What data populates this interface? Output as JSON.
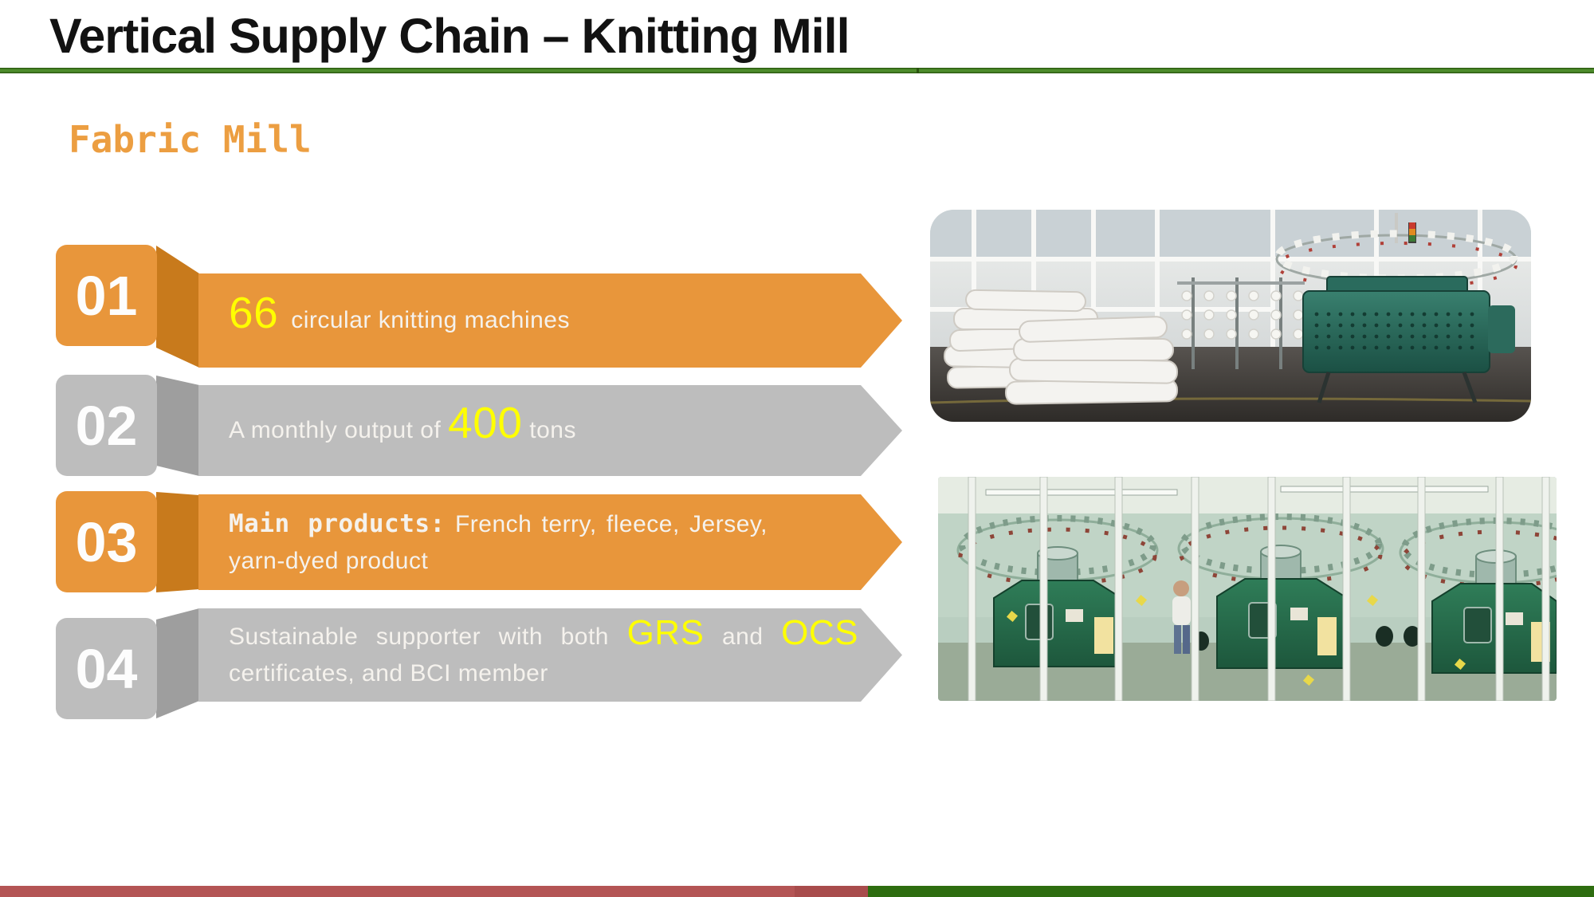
{
  "slide": {
    "title": "Vertical Supply Chain – Knitting Mill",
    "section_title": "Fabric Mill"
  },
  "banners": [
    {
      "number": "01",
      "theme": "orange",
      "segments": [
        {
          "text": "66",
          "style": "highlight-xl"
        },
        {
          "text": "circular knitting machines",
          "style": "normal"
        }
      ]
    },
    {
      "number": "02",
      "theme": "gray",
      "segments": [
        {
          "text": "A monthly output of ",
          "style": "normal"
        },
        {
          "text": "400",
          "style": "highlight-xl"
        },
        {
          "text": " tons",
          "style": "normal"
        }
      ]
    },
    {
      "number": "03",
      "theme": "orange",
      "segments": [
        {
          "text": "Main products:",
          "style": "mono-bold"
        },
        {
          "text": " French terry, fleece, Jersey, yarn-dyed product",
          "style": "normal"
        }
      ]
    },
    {
      "number": "04",
      "theme": "gray",
      "segments": [
        {
          "text": "Sustainable supporter with both ",
          "style": "normal"
        },
        {
          "text": "GRS",
          "style": "highlight-lg"
        },
        {
          "text": " and ",
          "style": "normal"
        },
        {
          "text": "OCS",
          "style": "highlight-lg"
        },
        {
          "text": " certificates, and BCI member",
          "style": "normal"
        }
      ]
    }
  ],
  "images": [
    {
      "name": "knitting-mill-photo-1",
      "description": "Factory interior with stacked white fabric bales, yarn creel racks and a green circular knitting machine"
    },
    {
      "name": "knitting-mill-photo-2",
      "description": "Row of green circular knitting machines with overhead yarn creels, white poles and a worker"
    }
  ],
  "colors": {
    "accent_orange": "#E8963B",
    "accent_orange_dark": "#C87A1C",
    "accent_gray": "#BDBDBD",
    "accent_gray_dark": "#9E9E9E",
    "highlight_yellow": "#FFFF00",
    "banner_text": "#F5F2ED",
    "title_text": "#121212",
    "section_title_orange": "#EC9E41",
    "rule_green": "#4E8C2C",
    "footer_red": "#B45555",
    "footer_red_dark": "#A84C4C",
    "footer_green": "#2E6D10"
  }
}
